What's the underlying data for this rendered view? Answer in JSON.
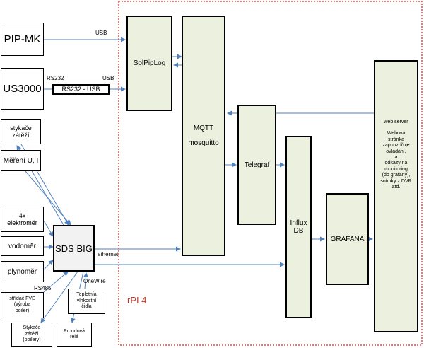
{
  "devices": {
    "pip_mk": "PIP-MK",
    "us3000": "US3000",
    "rs232_usb": "RS232 - USB",
    "stykace_zatezi": [
      "stykače",
      "zátěží"
    ],
    "mereni": "Měření U, I",
    "elektromer": [
      "4x",
      "elektroměr"
    ],
    "vodomer": "vodoměr",
    "plynomer": "plynoměr",
    "sds_big": "SDS BIG",
    "stridac": [
      "střídač FVE",
      "(výroba",
      "boiler)"
    ],
    "stykace_boilery": [
      "Stykače",
      "zátěží",
      "(boilery)"
    ],
    "rele": [
      "Proudová",
      "relé"
    ],
    "teplotni": [
      "Teplotnía",
      "vlhkostní",
      "čidla"
    ]
  },
  "software": {
    "solpiplog": "SolPipLog",
    "mqtt": [
      "MQTT",
      "mosquitto"
    ],
    "telegraf": "Telegraf",
    "influx": [
      "Influx",
      "DB"
    ],
    "grafana": "GRAFANA",
    "webserver_title": "web server",
    "webserver_desc": [
      "Webová",
      "stránka",
      "zapouzdřuje",
      "ovládání,",
      "a",
      "odkazy na",
      "monitoring",
      "(do grafany),",
      "snímky z DVR",
      "atd."
    ]
  },
  "labels": {
    "usb_1": "USB",
    "rs232": "RS232",
    "usb_2": "USB",
    "ethernet": "ethernet",
    "onewire": "OneWire",
    "rs485": "RS485",
    "rpi": "rPI 4"
  },
  "colors": {
    "frame": "#d9534f",
    "wire": "#4f81bd",
    "software_fill": "#ebf1de"
  }
}
